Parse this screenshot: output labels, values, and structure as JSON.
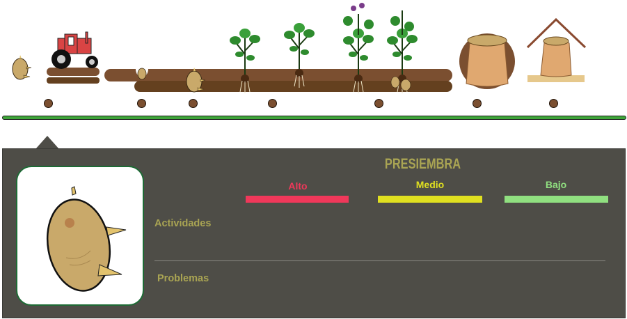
{
  "stages": [
    {
      "id": "presiembra",
      "icon": "seed-potato-icon"
    },
    {
      "id": "preparacion-suelo",
      "icon": "tractor-icon"
    },
    {
      "id": "siembra",
      "icon": "planted-seed-icon"
    },
    {
      "id": "emergencia",
      "icon": "sprouting-potato-icon"
    },
    {
      "id": "crecimiento",
      "icon": "young-plant-icon"
    },
    {
      "id": "floracion",
      "icon": "flowering-plant-icon"
    },
    {
      "id": "cosecha",
      "icon": "potato-sack-icon"
    },
    {
      "id": "almacenamiento",
      "icon": "storage-shed-icon"
    }
  ],
  "panel": {
    "title": "PRESIEMBRA",
    "image_icon": "seed-potato-icon",
    "levels": [
      {
        "label": "Alto",
        "color": "#f0385a"
      },
      {
        "label": "Medio",
        "color": "#e0e020"
      },
      {
        "label": "Bajo",
        "color": "#90e080"
      }
    ],
    "rows": {
      "activities": "Actividades",
      "problems": "Problemas"
    }
  },
  "colors": {
    "panel_bg": "#4e4d47",
    "accent_text": "#a9a453",
    "timeline": "#3fa53a",
    "soil": "#7b4f30"
  }
}
